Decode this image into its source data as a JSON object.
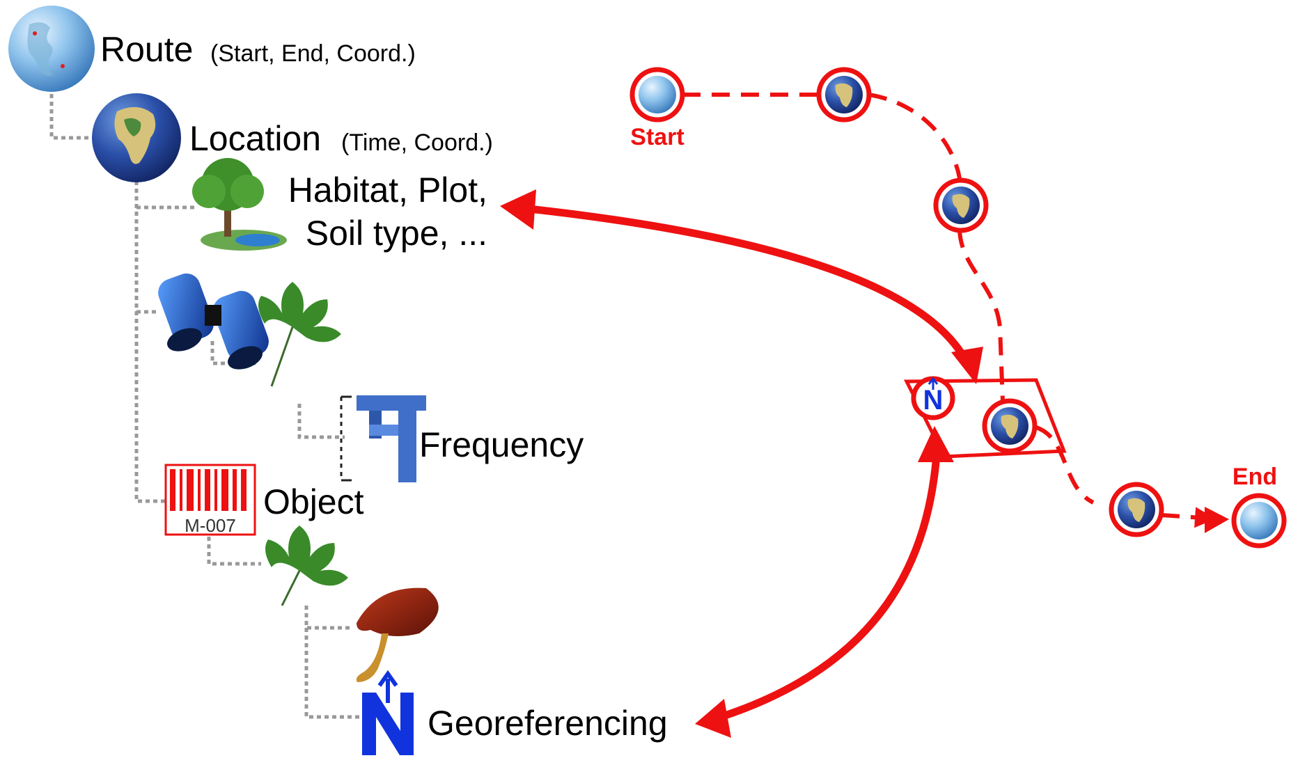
{
  "tree": {
    "route": {
      "label": "Route",
      "detail": "(Start, End, Coord.)"
    },
    "location": {
      "label": "Location",
      "detail": "(Time, Coord.)"
    },
    "habitat": {
      "line1": "Habitat, Plot,",
      "line2": "Soil type, ..."
    },
    "frequency": {
      "label": "Frequency"
    },
    "object": {
      "label": "Object",
      "barcode_text": "M-007"
    },
    "georeferencing": {
      "label": "Georeferencing"
    }
  },
  "route_path": {
    "start_label": "Start",
    "end_label": "End",
    "north_symbol": "N"
  },
  "colors": {
    "route_red": "#ee1111",
    "connector_gray": "#999999",
    "north_blue": "#1133dd",
    "leaf_green": "#3a8a2a"
  },
  "icons": [
    "globe-americas-icon",
    "globe-africa-icon",
    "tree-icon",
    "binoculars-icon",
    "leaf-icon",
    "caliper-icon",
    "barcode-icon",
    "mushroom-icon",
    "north-arrow-icon"
  ]
}
